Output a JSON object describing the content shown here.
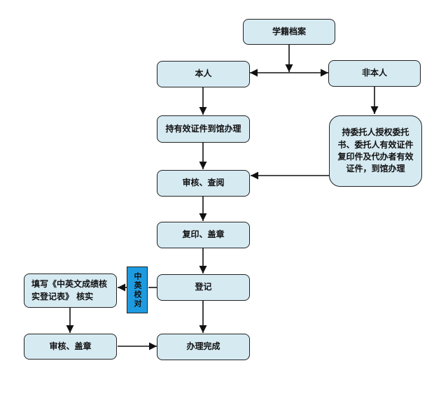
{
  "flowchart": {
    "start": "学籍档案",
    "self": "本人",
    "non_self": "非本人",
    "self_step": "持有效证件到馆办理",
    "non_self_step": "持委托人授权委托书、委托人有效证件复印件及代办者有效证件，到馆办理",
    "review": "审核、查阅",
    "copy_stamp": "复印、盖章",
    "register": "登记",
    "complete": "办理完成",
    "fill_form": "填写《中英文成绩核实登记表》 核实",
    "review_stamp": "审核、盖章",
    "verify_tag": "中英校对"
  },
  "colors": {
    "box_fill": "#d6eaf2",
    "tag_fill": "#1e9be0",
    "stroke": "#222222"
  }
}
